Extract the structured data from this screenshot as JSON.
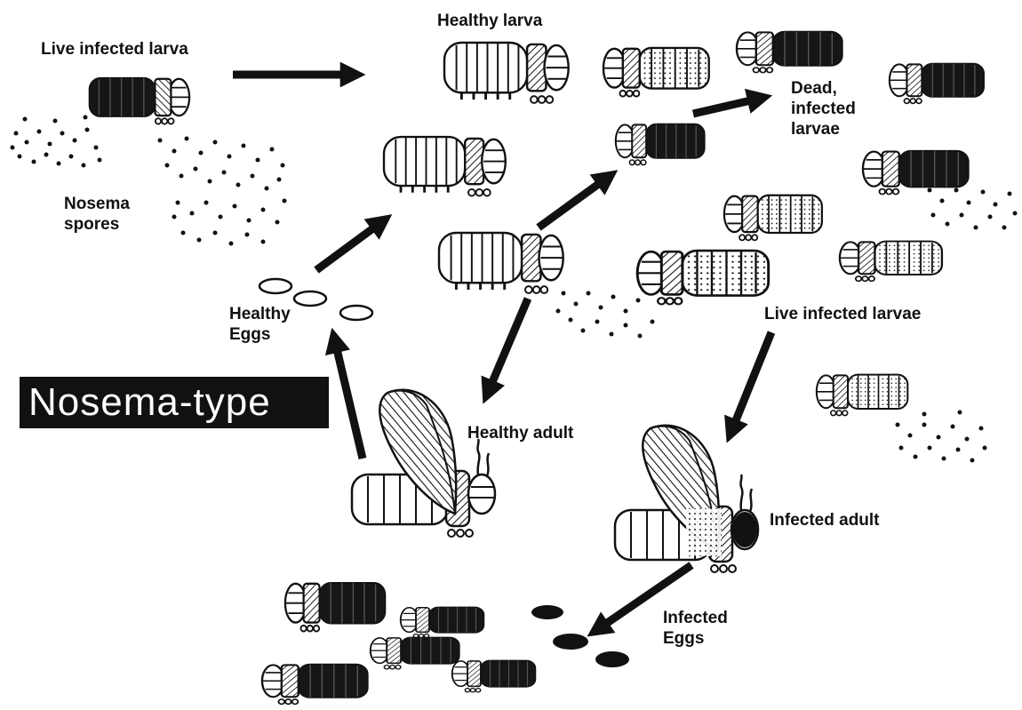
{
  "banner": "Nosema-type",
  "labels": {
    "live_infected_larva": "Live infected larva",
    "healthy_larva": "Healthy larva",
    "dead_line1": "Dead,",
    "dead_line2": "infected",
    "dead_line3": "larvae",
    "spores_line1": "Nosema",
    "spores_line2": "spores",
    "eggs_line1": "Healthy",
    "eggs_line2": "Eggs",
    "live_infected_larvae": "Live infected larvae",
    "healthy_adult": "Healthy adult",
    "infected_adult": "Infected adult",
    "infected_eggs_line1": "Infected",
    "infected_eggs_line2": "Eggs"
  },
  "colors": {
    "ink": "#111111",
    "paper": "#ffffff",
    "banner_bg": "#111111",
    "banner_text": "#ffffff"
  }
}
